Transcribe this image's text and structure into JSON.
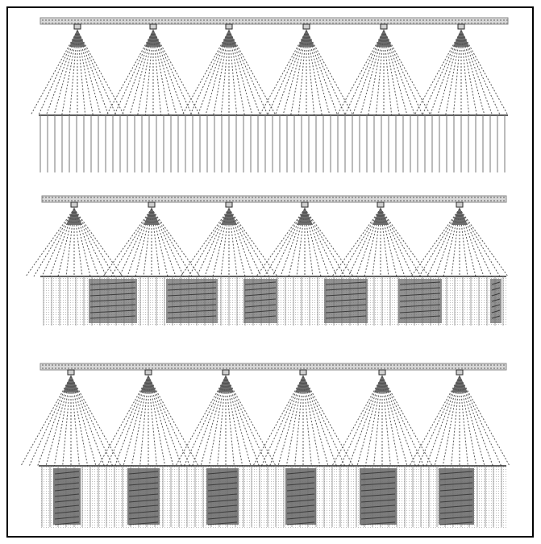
{
  "figure": {
    "panels": [
      {
        "id": "panel-1",
        "nozzle_count": 6,
        "deposit": "uniform"
      },
      {
        "id": "panel-2",
        "nozzle_count": 6,
        "deposit": "banded-light"
      },
      {
        "id": "panel-3",
        "nozzle_count": 6,
        "deposit": "banded-heavy"
      }
    ]
  },
  "colors": {
    "ink": "#2a2a2a",
    "boom": "#8a8a8a",
    "spray": "#555555",
    "band": "#6e6e6e",
    "frame": "#000000",
    "background": "#ffffff"
  },
  "icons": [
    "spray-nozzle-icon"
  ]
}
